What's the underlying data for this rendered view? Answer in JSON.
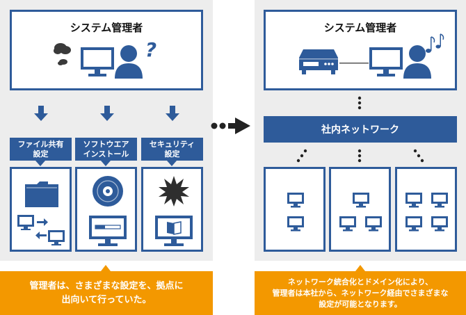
{
  "left": {
    "header_title": "システム管理者",
    "labels": [
      "ファイル共有\n設定",
      "ソフトウエア\nインストール",
      "セキュリティ\n設定"
    ],
    "caption": "管理者は、さまざまな設定を、拠点に\n出向いて行っていた。"
  },
  "right": {
    "header_title": "システム管理者",
    "network_label": "社内ネットワーク",
    "caption": "ネットワーク統合化とドメイン化により、\n管理者は本社から、ネットワーク経由でさまざまな\n設定が可能となります。"
  },
  "colors": {
    "primary": "#2e5b9a",
    "accent": "#f39800",
    "panel_bg": "#ededed",
    "header_bg": "#ffffff"
  }
}
